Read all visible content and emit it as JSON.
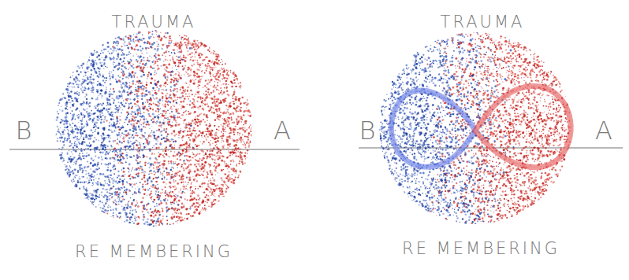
{
  "diagram": {
    "labels": [
      "TRAUMA",
      "B",
      "A",
      "RE MEMBERING",
      "TRAUMA",
      "B",
      "A",
      "RE MEMBERING"
    ]
  }
}
